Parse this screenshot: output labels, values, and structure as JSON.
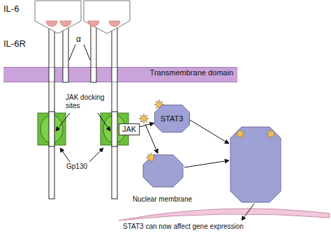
{
  "diagram": {
    "nodes": [
      {
        "text": [
          "Transmembrane domain"
        ]
      },
      {
        "text": [
          "JAK"
        ]
      },
      {
        "text": [
          "STAT3"
        ]
      }
    ],
    "edges": [
      {
        "from": 1,
        "to": 2,
        "arrow": "to"
      }
    ],
    "labels": [
      "IL-6",
      "IL-6R",
      "α",
      "JAK docking sites",
      "Gp130",
      "Nuclear membrane",
      "STAT3 can now affect gene expression"
    ]
  }
}
